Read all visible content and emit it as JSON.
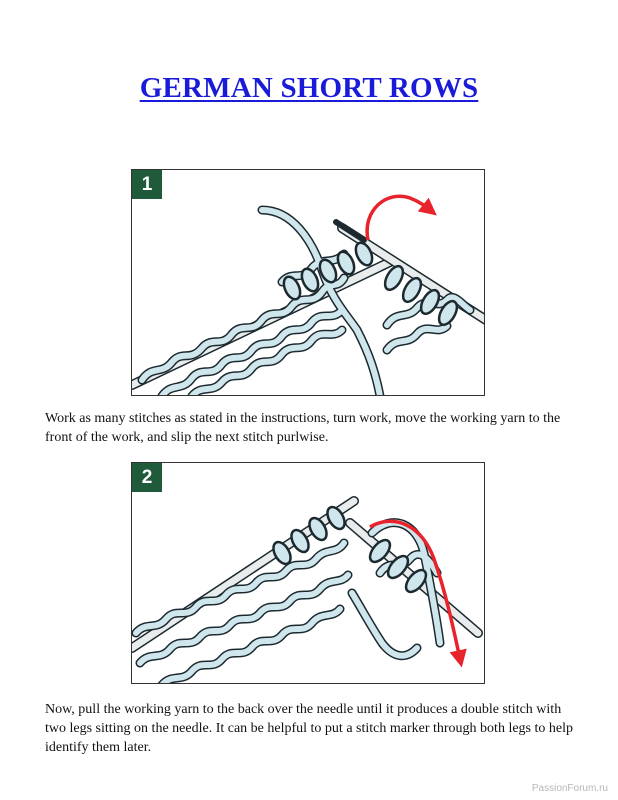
{
  "document": {
    "title": "GERMAN SHORT ROWS"
  },
  "steps": [
    {
      "number": "1",
      "caption": "Work as many stitches as stated in the instructions, turn work, move the working yarn to the front of the work, and slip the next stitch purlwise."
    },
    {
      "number": "2",
      "caption": "Now, pull the working yarn to the back over the needle until it produces a double stitch with two legs sitting on the needle. It can be helpful to put a stitch marker through both legs to help identify them later."
    }
  ],
  "watermark": "PassionForum.ru",
  "colors": {
    "title": "#1a1ad9",
    "badge": "#1f5a3a",
    "yarn_fill": "#cfe6ec",
    "yarn_outline": "#1c2a30",
    "needle": "#e9ecec",
    "arrow": "#e8232b"
  },
  "icons": {
    "arrow_step1": "curved-arrow-right",
    "arrow_step2": "curved-arrow-down"
  }
}
